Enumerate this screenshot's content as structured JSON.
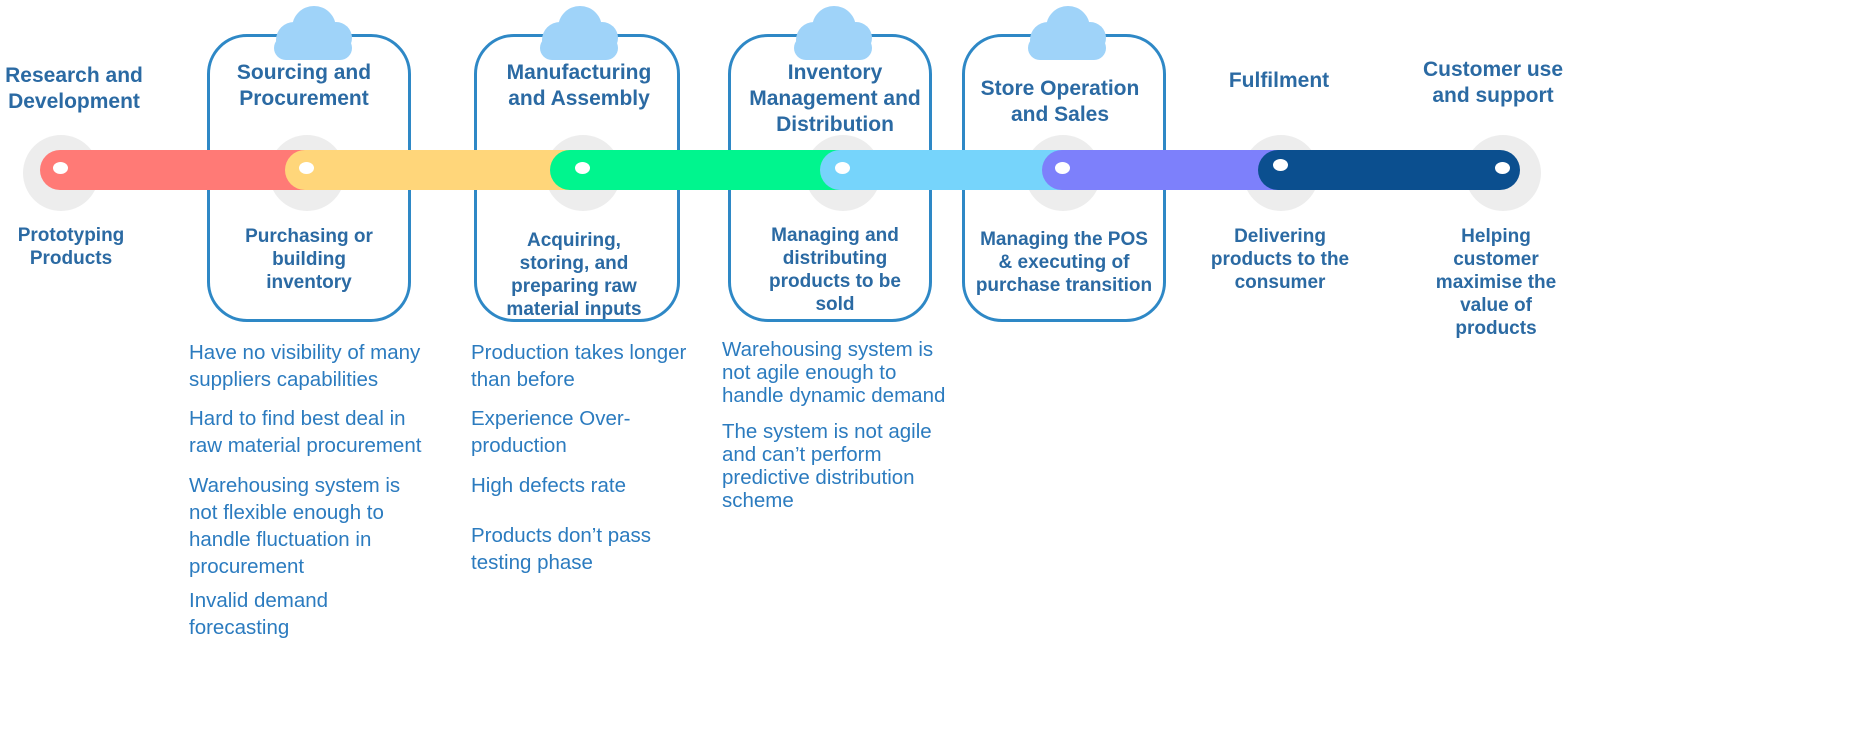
{
  "stages": [
    {
      "title": "Research and\nDevelopment",
      "description": "Prototyping\nProducts",
      "color": "#ff7a76",
      "framed": false,
      "pain_points": []
    },
    {
      "title": "Sourcing and\nProcurement",
      "description": "Purchasing or\nbuilding\ninventory",
      "color": "#ffd67a",
      "framed": true,
      "pain_points": [
        "Have no visibility of many\nsuppliers capabilities",
        "Hard to find best deal in\nraw material procurement",
        "Warehousing system is\nnot flexible enough to\nhandle fluctuation in\nprocurement",
        "Invalid demand\nforecasting"
      ]
    },
    {
      "title": "Manufacturing\nand Assembly",
      "description": "Acquiring,\nstoring, and\npreparing raw\nmaterial inputs",
      "color": "#00f58e",
      "framed": true,
      "pain_points": [
        "Production takes longer\nthan before",
        "Experience Over-\nproduction",
        "High defects rate",
        "Products don’t pass\ntesting phase"
      ]
    },
    {
      "title": "Inventory\nManagement and\nDistribution",
      "description": "Managing and\ndistributing\nproducts to be\nsold",
      "color": "#76d4fb",
      "framed": true,
      "pain_points": [
        "Warehousing system is\nnot agile enough to\nhandle dynamic demand",
        "The system is not agile\nand can’t perform\npredictive distribution\nscheme"
      ]
    },
    {
      "title": "Store Operation\nand Sales",
      "description": "Managing the POS\n& executing of\npurchase transition",
      "color": "#7d80fb",
      "framed": true,
      "pain_points": []
    },
    {
      "title": "Fulfilment",
      "description": "Delivering\nproducts to the\nconsumer",
      "color": "#0b4f8f",
      "framed": false,
      "pain_points": []
    },
    {
      "title": "Customer use\nand support",
      "description": "Helping\ncustomer\nmaximise the\nvalue of\nproducts",
      "color": "#0b4f8f",
      "framed": false,
      "pain_points": []
    }
  ],
  "colors": {
    "frame": "#2e88c6",
    "cloud": "#9fd3f9",
    "text": "#2b6aa3",
    "halo": "#ededed"
  },
  "icons": {
    "cloud": "cloud-icon",
    "node": "timeline-node-dot"
  }
}
